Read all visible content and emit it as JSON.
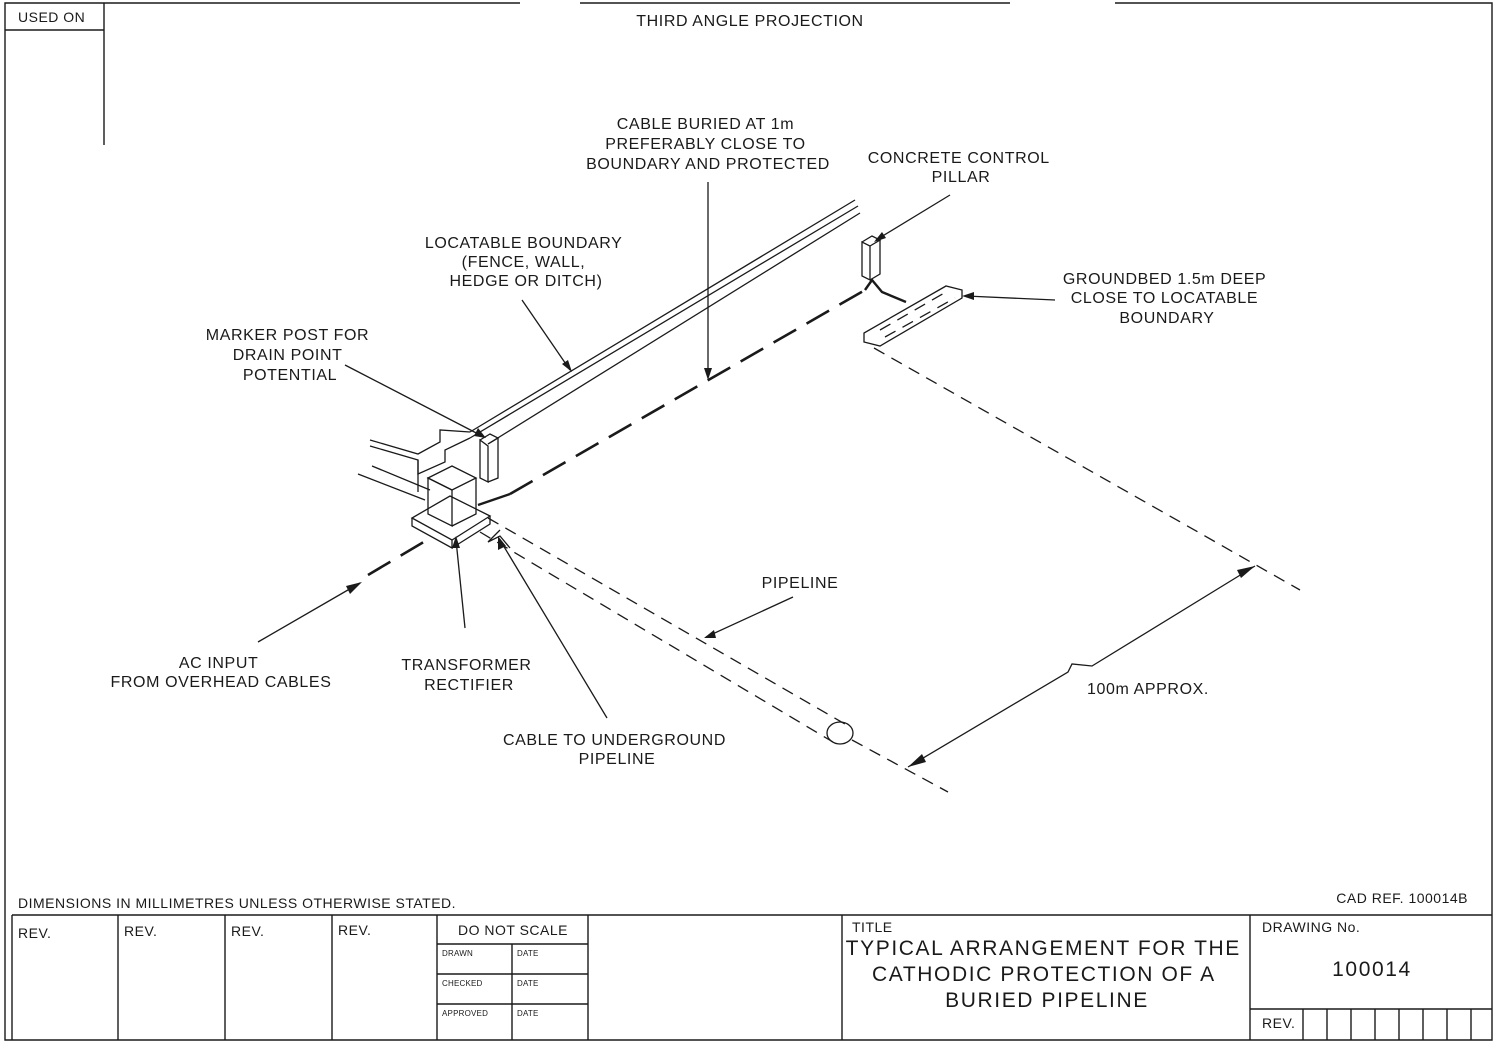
{
  "frame": {
    "used_on": "USED ON",
    "projection": "THIRD ANGLE PROJECTION",
    "dimensions_note": "DIMENSIONS IN MILLIMETRES UNLESS OTHERWISE STATED.",
    "cad_ref": "CAD REF. 100014B"
  },
  "diagram": {
    "labels": {
      "cable_buried": [
        "CABLE BURIED AT 1m",
        "PREFERABLY CLOSE TO",
        "BOUNDARY AND PROTECTED"
      ],
      "concrete_pillar": [
        "CONCRETE CONTROL",
        "PILLAR"
      ],
      "locatable_boundary": [
        "LOCATABLE BOUNDARY",
        "(FENCE, WALL,",
        "HEDGE OR DITCH)"
      ],
      "groundbed": [
        "GROUNDBED 1.5m DEEP",
        "CLOSE TO LOCATABLE",
        "BOUNDARY"
      ],
      "marker_post": [
        "MARKER POST FOR",
        "DRAIN POINT",
        "POTENTIAL"
      ],
      "pipeline": "PIPELINE",
      "ac_input": [
        "AC INPUT",
        "FROM OVERHEAD CABLES"
      ],
      "transformer": [
        "TRANSFORMER",
        "RECTIFIER"
      ],
      "cable_underground": [
        "CABLE TO UNDERGROUND",
        "PIPELINE"
      ],
      "distance": "100m APPROX."
    }
  },
  "title_block": {
    "rev_headers": [
      "REV.",
      "REV.",
      "REV.",
      "REV."
    ],
    "do_not_scale": "DO NOT SCALE",
    "approvals": [
      {
        "role": "DRAWN",
        "date": "DATE"
      },
      {
        "role": "CHECKED",
        "date": "DATE"
      },
      {
        "role": "APPROVED",
        "date": "DATE"
      }
    ],
    "title_label": "TITLE",
    "title_lines": [
      "TYPICAL ARRANGEMENT FOR THE",
      "CATHODIC PROTECTION OF A",
      "BURIED PIPELINE"
    ],
    "drawing_no_label": "DRAWING No.",
    "drawing_no": "100014",
    "rev_label": "REV."
  }
}
